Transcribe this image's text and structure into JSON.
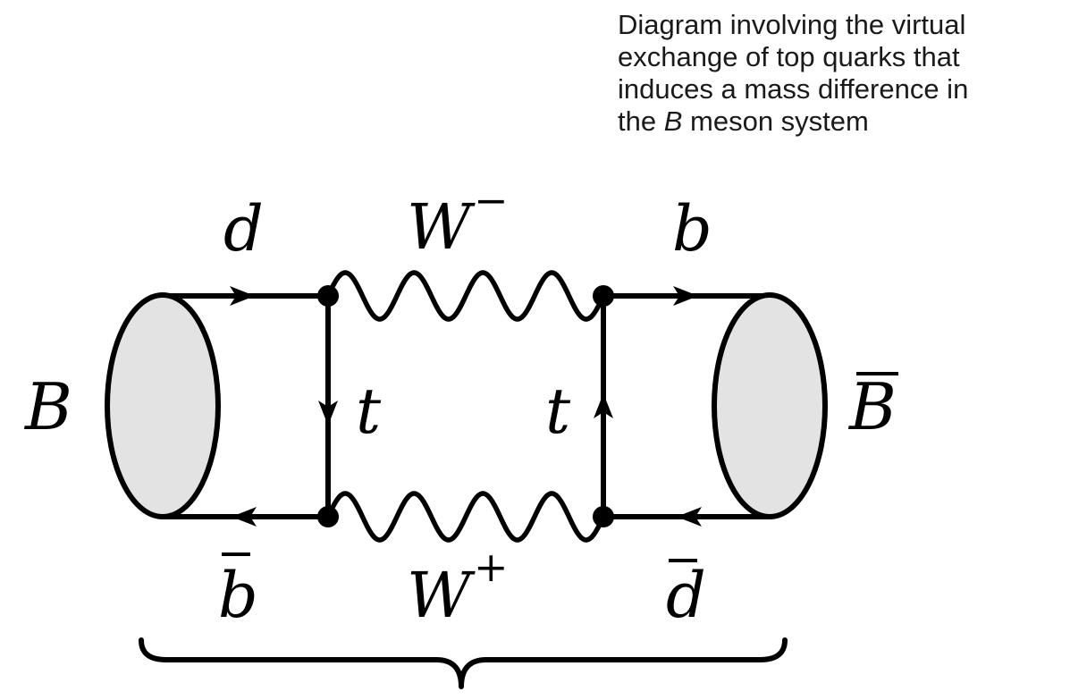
{
  "caption": {
    "line1": "Diagram involving the virtual",
    "line2": "exchange of top quarks that",
    "line3": "induces a mass difference in",
    "line4_prefix": "the ",
    "line4_italic": "B",
    "line4_suffix": " meson system"
  },
  "labels": {
    "meson_left": "B",
    "meson_right": "B",
    "quark_top_left": "d",
    "quark_top_right": "b",
    "quark_bottom_left": "b",
    "quark_bottom_right": "d",
    "boson_top": "W",
    "boson_top_charge": "−",
    "boson_bottom": "W",
    "boson_bottom_charge": "+",
    "propagator_left": "t",
    "propagator_right": "t"
  },
  "colors": {
    "line": "#000000",
    "blob_fill": "#e3e3e3",
    "text": "#1a1a1a"
  }
}
